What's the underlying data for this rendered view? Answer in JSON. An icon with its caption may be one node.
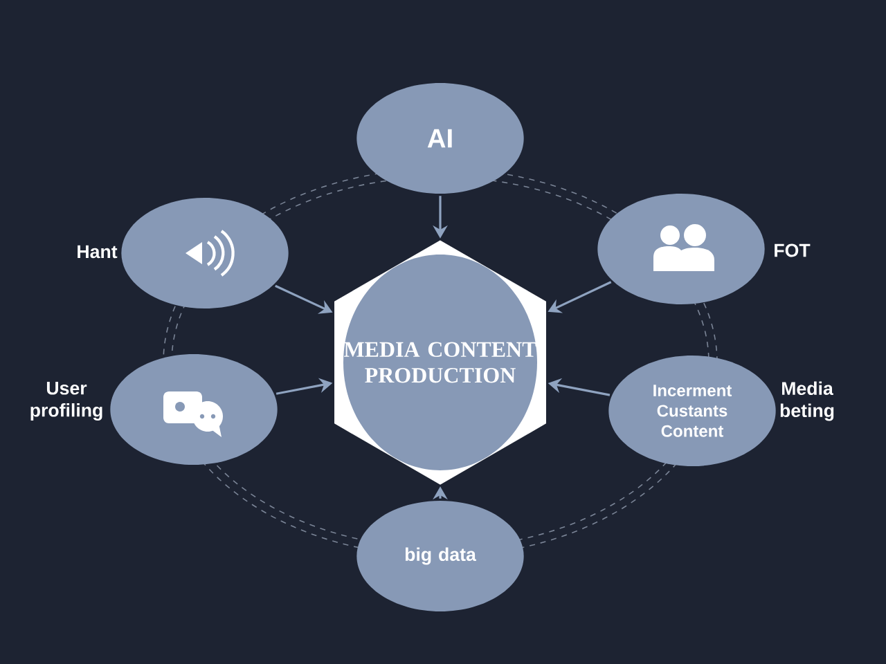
{
  "diagram": {
    "nodes": [
      {
        "text": [
          "MEDIA CONTENT PRODUCTION"
        ]
      },
      {
        "text": [
          "AI"
        ]
      },
      {
        "text": [],
        "shape": "circle",
        "beside": [
          "Hant"
        ]
      },
      {
        "text": [],
        "shape": "circle",
        "beside": [
          "FOT"
        ]
      },
      {
        "text": [],
        "shape": "circle",
        "beside": [
          "User profiling"
        ]
      },
      {
        "text": [
          "Incerment Custants Content"
        ],
        "beside": [
          "Media beting"
        ]
      },
      {
        "text": [
          "big data"
        ]
      }
    ],
    "edges": [
      {
        "from": 1,
        "to": 0,
        "arrow": "to"
      },
      {
        "from": 2,
        "to": 0,
        "arrow": "to"
      },
      {
        "from": 3,
        "to": 0,
        "arrow": "to"
      },
      {
        "from": 4,
        "to": 0,
        "arrow": "to"
      },
      {
        "from": 5,
        "to": 0,
        "arrow": "to"
      },
      {
        "from": 6,
        "to": 0,
        "arrow": "to"
      }
    ]
  }
}
